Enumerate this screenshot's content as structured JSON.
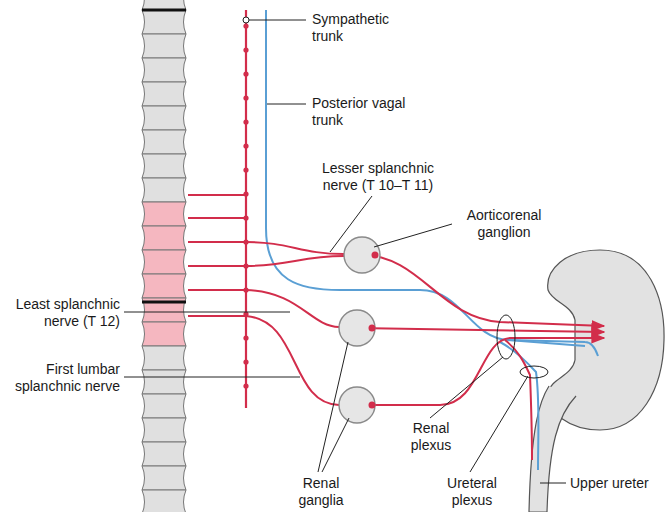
{
  "diagram": {
    "labels": [
      "Sympathetic trunk",
      "Posterior vagal trunk",
      "Lesser splanchnic nerve (T 10–T 11)",
      "Aorticorenal ganglion",
      "Least splanchnic nerve (T 12)",
      "First lumbar splanchnic nerve",
      "Renal plexus",
      "Renal ganglia",
      "Ureteral plexus",
      "Upper ureter"
    ]
  }
}
